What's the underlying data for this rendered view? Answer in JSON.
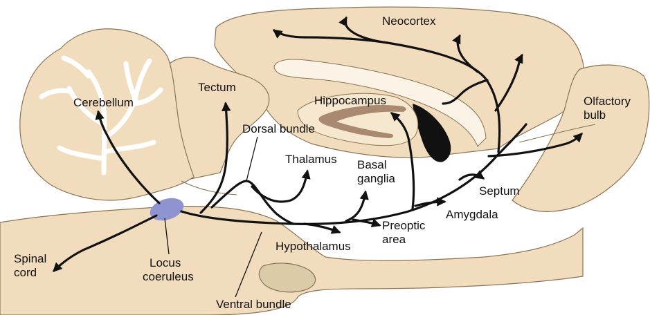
{
  "labels": {
    "neocortex": "Neocortex",
    "tectum": "Tectum",
    "cerebellum": "Cerebellum",
    "hippocampus": "Hippocampus",
    "olfactory_bulb_line1": "Olfactory",
    "olfactory_bulb_line2": "bulb",
    "dorsal_bundle": "Dorsal bundle",
    "thalamus": "Thalamus",
    "basal_ganglia_line1": "Basal",
    "basal_ganglia_line2": "ganglia",
    "septum": "Septum",
    "amygdala": "Amygdala",
    "preoptic_area_line1": "Preoptic",
    "preoptic_area_line2": "area",
    "hypothalamus": "Hypothalamus",
    "spinal_cord_line1": "Spinal",
    "spinal_cord_line2": "cord",
    "locus_coeruleus_line1": "Locus",
    "locus_coeruleus_line2": "coeruleus",
    "ventral_bundle": "Ventral bundle"
  },
  "colors": {
    "tissue": "#f1dcbd",
    "tissue_outline": "#8a7355",
    "white_matter": "#ffffff",
    "hippocampus": "#a98a70",
    "ventricle": "#111111",
    "locus_coeruleus": "#8f93cf",
    "pathway": "#111111"
  }
}
